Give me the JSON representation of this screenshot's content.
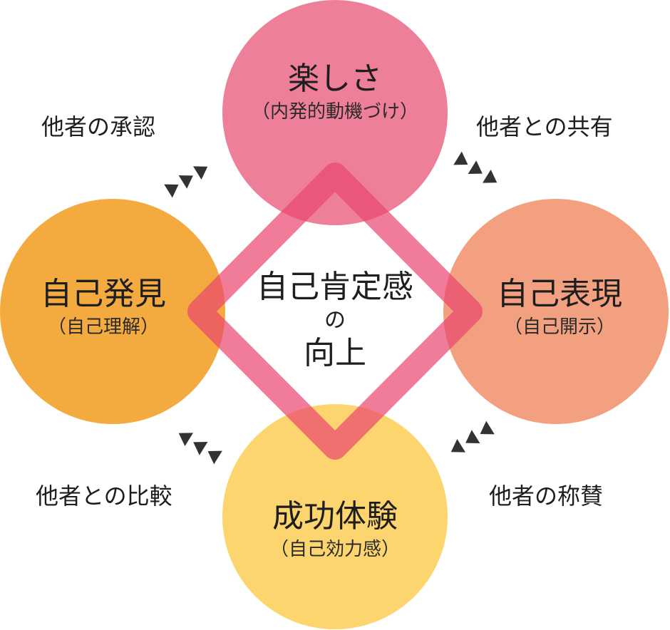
{
  "nodes": {
    "top": {
      "title": "楽しさ",
      "subtitle": "（内発的動機づけ）",
      "color": "#ee7f99"
    },
    "right": {
      "title": "自己表現",
      "subtitle": "（自己開示）",
      "color": "#f2a07f"
    },
    "bottom": {
      "title": "成功体験",
      "subtitle": "（自己効力感）",
      "color": "#fcd56e"
    },
    "left": {
      "title": "自己発見",
      "subtitle": "（自己理解）",
      "color": "#f3ab3f"
    }
  },
  "center": {
    "line1": "自己肯定感",
    "line2": "の",
    "line3": "向上",
    "diamond_color": "#e9446e"
  },
  "relations": {
    "top_left": "他者の承認",
    "top_right": "他者との共有",
    "bottom_right": "他者の称賛",
    "bottom_left": "他者との比較"
  },
  "arrow_color": "#333333"
}
